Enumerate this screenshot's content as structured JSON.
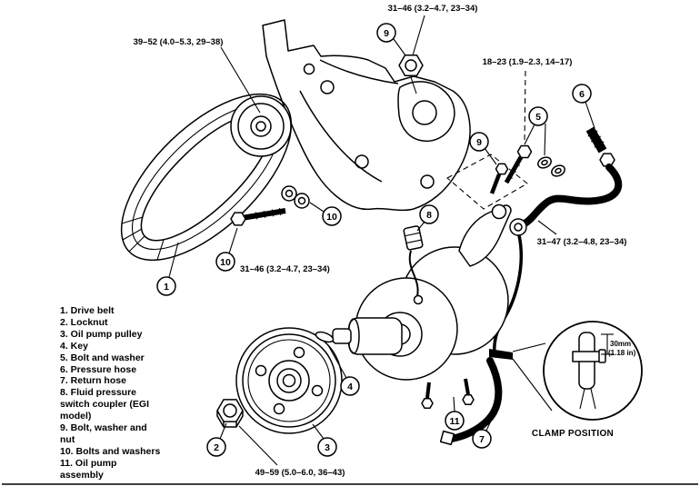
{
  "torque_specs": {
    "pulley_bolt": "39–52 (4.0–5.3, 29–38)",
    "bracket_nut": "31–46 (3.2–4.7, 23–34)",
    "pump_bracket_bolts": "18–23 (1.9–2.3, 14–17)",
    "mount_bolts": "31–46 (3.2–4.7, 23–34)",
    "pressure_line": "31–47 (3.2–4.8, 23–34)",
    "pulley_locknut": "49–59 (5.0–6.0, 36–43)"
  },
  "callouts": {
    "drive_belt": "1",
    "locknut": "2",
    "oil_pump_pulley": "3",
    "key": "4",
    "bolt_and_washer": "5",
    "pressure_hose": "6",
    "return_hose": "7",
    "switch_coupler": "8",
    "bolt_washer_nut_top": "9",
    "bolt_washer_nut_mid": "9",
    "washers_upper": "10",
    "bolts_lower": "10",
    "pump_assembly": "11"
  },
  "parts_list": {
    "items": [
      "1. Drive belt",
      "2. Locknut",
      "3. Oil pump pulley",
      "4. Key",
      "5. Bolt and washer",
      "6. Pressure hose",
      "7. Return hose",
      "8. Fluid pressure switch coupler (EGI model)",
      "9. Bolt, washer and nut",
      "10. Bolts and washers",
      "11. Oil pump assembly"
    ]
  },
  "detail_view": {
    "dimension_primary": "30mm",
    "dimension_secondary": "(1.18 in)",
    "caption": "CLAMP POSITION"
  }
}
